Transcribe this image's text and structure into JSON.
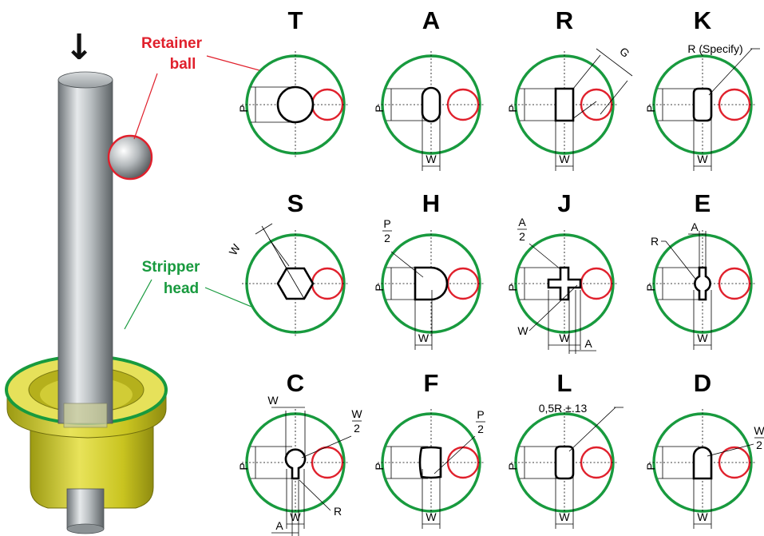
{
  "arrow_glyph": "↓",
  "callouts": {
    "retainer_line1": "Retainer",
    "retainer_line2": "ball",
    "stripper_line1": "Stripper",
    "stripper_line2": "head"
  },
  "colors": {
    "green": "#189a3e",
    "red": "#e0202c",
    "head_fill": "#d9d42a"
  },
  "icons": [
    "down-arrow-icon"
  ],
  "shapes": [
    {
      "letter": "T",
      "dims": {
        "p": "P"
      }
    },
    {
      "letter": "A",
      "dims": {
        "p": "P",
        "w": "W"
      }
    },
    {
      "letter": "R",
      "dims": {
        "p": "P",
        "w": "W",
        "g": "G"
      }
    },
    {
      "letter": "K",
      "dims": {
        "p": "P",
        "w": "W",
        "r": "R (Specify)"
      }
    },
    {
      "letter": "S",
      "dims": {
        "w": "W"
      }
    },
    {
      "letter": "H",
      "dims": {
        "p": "P",
        "w": "W",
        "p2n": "P",
        "p2d": "2"
      }
    },
    {
      "letter": "J",
      "dims": {
        "p": "P",
        "w": "W",
        "a": "A",
        "a2n": "A",
        "a2d": "2"
      }
    },
    {
      "letter": "E",
      "dims": {
        "p": "P",
        "w": "W",
        "a": "A",
        "r": "R"
      }
    },
    {
      "letter": "C",
      "dims": {
        "p": "P",
        "w": "W",
        "a": "A",
        "r": "R",
        "w2n": "W",
        "w2d": "2"
      }
    },
    {
      "letter": "F",
      "dims": {
        "p": "P",
        "w": "W",
        "p2n": "P",
        "p2d": "2"
      }
    },
    {
      "letter": "L",
      "dims": {
        "p": "P",
        "w": "W",
        "r": "0,5R ±.13"
      }
    },
    {
      "letter": "D",
      "dims": {
        "p": "P",
        "w": "W",
        "w2n": "W",
        "w2d": "2"
      }
    }
  ]
}
